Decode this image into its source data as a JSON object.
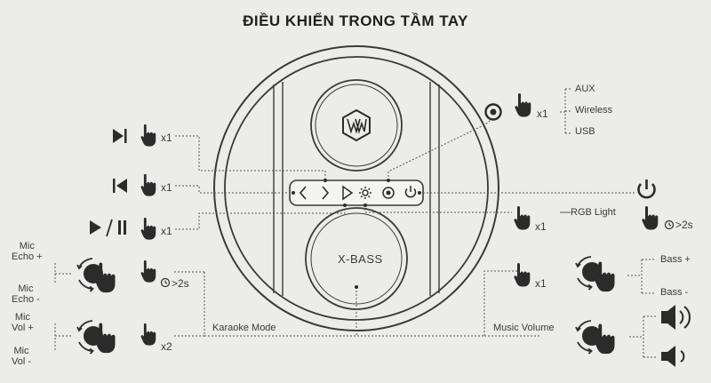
{
  "title": "ĐIỀU KHIỂN TRONG TẦM TAY",
  "speaker": {
    "bass_label": "X-BASS",
    "logo_icon": "xw-hexagon-logo-icon",
    "buttons": [
      {
        "name": "prev",
        "icon": "chevron-left-icon"
      },
      {
        "name": "next",
        "icon": "chevron-right-icon"
      },
      {
        "name": "play",
        "icon": "play-outline-icon"
      },
      {
        "name": "light",
        "icon": "sun-icon"
      },
      {
        "name": "source",
        "icon": "source-target-icon"
      },
      {
        "name": "power",
        "icon": "power-icon"
      }
    ]
  },
  "controls": {
    "next_track": {
      "count": "x1",
      "icon": "next-track-icon"
    },
    "prev_track": {
      "count": "x1",
      "icon": "previous-track-icon"
    },
    "play_pause": {
      "count": "x1",
      "icon": "play-pause-icon"
    },
    "mic_echo": {
      "plus": "Mic\nEcho +",
      "minus": "Mic\nEcho -",
      "hold": ">2s"
    },
    "mic_vol": {
      "plus": "Mic\nVol +",
      "minus": "Mic\nVol -",
      "count": "x2"
    },
    "karaoke_mode": "Karaoke Mode",
    "source": {
      "count": "x1",
      "options": [
        "AUX",
        "Wireless",
        "USB"
      ]
    },
    "rgb_light": {
      "label": "RGB Light",
      "count": "x1"
    },
    "power": {
      "hold": ">2s"
    },
    "bass": {
      "count": "x1",
      "plus": "Bass +",
      "minus": "Bass -"
    },
    "music_volume": "Music Volume"
  },
  "colors": {
    "background": "#ececea",
    "ink": "#2b2b2b",
    "line": "#555555"
  }
}
